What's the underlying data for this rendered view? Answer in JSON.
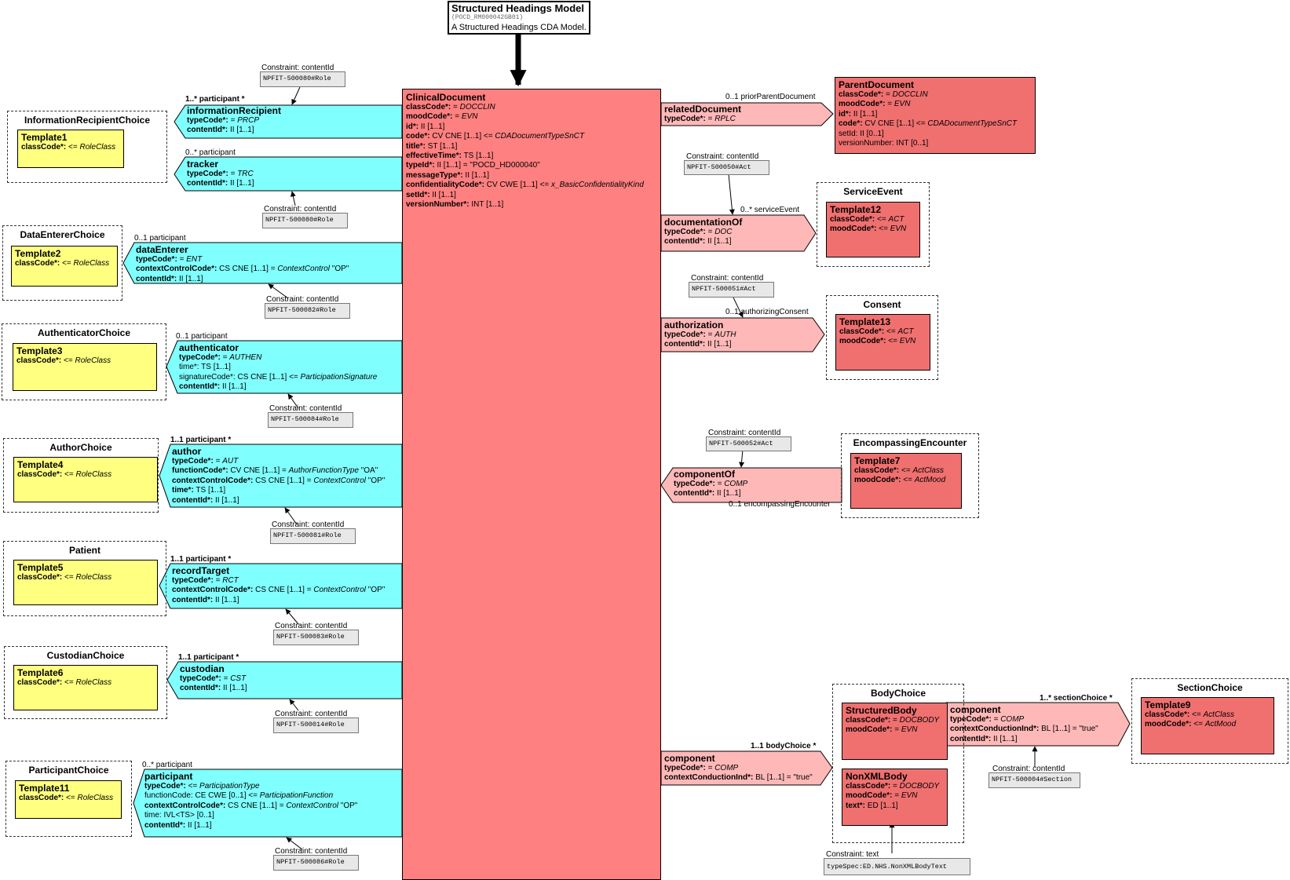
{
  "title_box": {
    "title": "Structured Headings Model",
    "code": "(POCD_RM000042GB01)",
    "desc": "A Structured Headings CDA Model."
  },
  "clinical_document": {
    "name": "ClinicalDocument",
    "attrs": [
      [
        [
          "classCode*:",
          true
        ],
        [
          " = ",
          false
        ],
        [
          "DOCCLIN",
          "i"
        ]
      ],
      [
        [
          "moodCode*:",
          true
        ],
        [
          " = ",
          false
        ],
        [
          "EVN",
          "i"
        ]
      ],
      [
        [
          "id*:",
          true
        ],
        [
          " II [1..1]",
          false
        ]
      ],
      [
        [
          "code*:",
          true
        ],
        [
          " CV CNE [1..1] <= ",
          false
        ],
        [
          "CDADocumentTypeSnCT",
          "i"
        ]
      ],
      [
        [
          "title*:",
          true
        ],
        [
          " ST [1..1]",
          false
        ]
      ],
      [
        [
          "effectiveTime*:",
          true
        ],
        [
          " TS [1..1]",
          false
        ]
      ],
      [
        [
          "typeId*:",
          true
        ],
        [
          " II [1..1] = \"POCD_HD000040\"",
          false
        ]
      ],
      [
        [
          "messageType*:",
          true
        ],
        [
          " II [1..1]",
          false
        ]
      ],
      [
        [
          "confidentialityCode*:",
          true
        ],
        [
          " CV CWE [1..1] <= ",
          false
        ],
        [
          "x_BasicConfidentialityKind",
          "i"
        ]
      ],
      [
        [
          "setId*:",
          true
        ],
        [
          " II [1..1]",
          false
        ]
      ],
      [
        [
          "versionNumber*:",
          true
        ],
        [
          " INT [1..1]",
          false
        ]
      ]
    ]
  },
  "left_participations": [
    {
      "id": "information-recipient",
      "multiplicity": "1..* participant  *",
      "name": "informationRecipient",
      "attrs": [
        [
          [
            "typeCode*:",
            true
          ],
          [
            " = ",
            false
          ],
          [
            "PRCP",
            "i"
          ]
        ],
        [
          [
            "contentId*:",
            true
          ],
          [
            " II [1..1]",
            false
          ]
        ]
      ],
      "constraint_label": "Constraint: contentId",
      "constraint_code": "NPFIT-500080#Role",
      "choice_title": "InformationRecipientChoice",
      "template_name": "Template1",
      "template_attr": [
        [
          "classCode*:",
          true
        ],
        [
          " <= ",
          false
        ],
        [
          "RoleClass",
          "i"
        ]
      ]
    },
    {
      "id": "tracker",
      "multiplicity": "0..* participant",
      "name": "tracker",
      "attrs": [
        [
          [
            "typeCode*:",
            true
          ],
          [
            " = ",
            false
          ],
          [
            "TRC",
            "i"
          ]
        ],
        [
          [
            "contentId*:",
            true
          ],
          [
            " II [1..1]",
            false
          ]
        ]
      ],
      "constraint_label": "Constraint: contentId",
      "constraint_code": "NPFIT-500080#Role"
    },
    {
      "id": "data-enterer",
      "multiplicity": "0..1 participant",
      "name": "dataEnterer",
      "attrs": [
        [
          [
            "typeCode*:",
            true
          ],
          [
            " = ",
            false
          ],
          [
            "ENT",
            "i"
          ]
        ],
        [
          [
            "contextControlCode*:",
            true
          ],
          [
            " CS CNE [1..1] = ",
            false
          ],
          [
            "ContextControl",
            "i"
          ],
          [
            " \"OP\"",
            false
          ]
        ],
        [
          [
            "contentId*:",
            true
          ],
          [
            " II [1..1]",
            false
          ]
        ]
      ],
      "constraint_label": "Constraint: contentId",
      "constraint_code": "NPFIT-500082#Role",
      "choice_title": "DataEntererChoice",
      "template_name": "Template2",
      "template_attr": [
        [
          "classCode*:",
          true
        ],
        [
          " <= ",
          false
        ],
        [
          "RoleClass",
          "i"
        ]
      ]
    },
    {
      "id": "authenticator",
      "multiplicity": "0..1 participant",
      "name": "authenticator",
      "attrs": [
        [
          [
            "typeCode*:",
            true
          ],
          [
            " = ",
            false
          ],
          [
            "AUTHEN",
            "i"
          ]
        ],
        [
          [
            "time*:",
            false
          ],
          [
            " TS [1..1]",
            false
          ]
        ],
        [
          [
            "signatureCode*:",
            false
          ],
          [
            " CS CNE [1..1] <= ",
            false
          ],
          [
            "ParticipationSignature",
            "i"
          ]
        ],
        [
          [
            "contentId*:",
            true
          ],
          [
            " II [1..1]",
            false
          ]
        ]
      ],
      "constraint_label": "Constraint: contentId",
      "constraint_code": "NPFIT-500084#Role",
      "choice_title": "AuthenticatorChoice",
      "template_name": "Template3",
      "template_attr": [
        [
          "classCode*:",
          true
        ],
        [
          " <= ",
          false
        ],
        [
          "RoleClass",
          "i"
        ]
      ]
    },
    {
      "id": "author",
      "multiplicity": "1..1 participant  *",
      "name": "author",
      "attrs": [
        [
          [
            "typeCode*:",
            true
          ],
          [
            " = ",
            false
          ],
          [
            "AUT",
            "i"
          ]
        ],
        [
          [
            "functionCode*:",
            true
          ],
          [
            " CV CNE [1..1] = ",
            false
          ],
          [
            "AuthorFunctionType",
            "i"
          ],
          [
            " \"OA\"",
            false
          ]
        ],
        [
          [
            "contextControlCode*:",
            true
          ],
          [
            " CS CNE [1..1] = ",
            false
          ],
          [
            "ContextControl",
            "i"
          ],
          [
            " \"OP\"",
            false
          ]
        ],
        [
          [
            "time*:",
            true
          ],
          [
            " TS [1..1]",
            false
          ]
        ],
        [
          [
            "contentId*:",
            true
          ],
          [
            " II [1..1]",
            false
          ]
        ]
      ],
      "constraint_label": "Constraint: contentId",
      "constraint_code": "NPFIT-500081#Role",
      "choice_title": "AuthorChoice",
      "template_name": "Template4",
      "template_attr": [
        [
          "classCode*:",
          true
        ],
        [
          " <= ",
          false
        ],
        [
          "RoleClass",
          "i"
        ]
      ]
    },
    {
      "id": "record-target",
      "multiplicity": "1..1 participant  *",
      "name": "recordTarget",
      "attrs": [
        [
          [
            "typeCode*:",
            true
          ],
          [
            " = ",
            false
          ],
          [
            "RCT",
            "i"
          ]
        ],
        [
          [
            "contextControlCode*:",
            true
          ],
          [
            " CS CNE [1..1] = ",
            false
          ],
          [
            "ContextControl",
            "i"
          ],
          [
            " \"OP\"",
            false
          ]
        ],
        [
          [
            "contentId*:",
            true
          ],
          [
            " II [1..1]",
            false
          ]
        ]
      ],
      "constraint_label": "Constraint: contentId",
      "constraint_code": "NPFIT-500083#Role",
      "choice_title": "Patient",
      "template_name": "Template5",
      "template_attr": [
        [
          "classCode*:",
          true
        ],
        [
          " <= ",
          false
        ],
        [
          "RoleClass",
          "i"
        ]
      ]
    },
    {
      "id": "custodian",
      "multiplicity": "1..1 participant  *",
      "name": "custodian",
      "attrs": [
        [
          [
            "typeCode*:",
            true
          ],
          [
            " = ",
            false
          ],
          [
            "CST",
            "i"
          ]
        ],
        [
          [
            "contentId*:",
            true
          ],
          [
            " II [1..1]",
            false
          ]
        ]
      ],
      "constraint_label": "Constraint: contentId",
      "constraint_code": "NPFIT-500014#Role",
      "choice_title": "CustodianChoice",
      "template_name": "Template6",
      "template_attr": [
        [
          "classCode*:",
          true
        ],
        [
          " <= ",
          false
        ],
        [
          "RoleClass",
          "i"
        ]
      ]
    },
    {
      "id": "participant",
      "multiplicity": "0..* participant",
      "name": "participant",
      "attrs": [
        [
          [
            "typeCode*:",
            true
          ],
          [
            " <= ",
            false
          ],
          [
            "ParticipationType",
            "i"
          ]
        ],
        [
          [
            "functionCode:",
            false
          ],
          [
            " CE CWE [0..1] <= ",
            false
          ],
          [
            "ParticipationFunction",
            "i"
          ]
        ],
        [
          [
            "contextControlCode*:",
            true
          ],
          [
            " CS CNE [1..1] = ",
            false
          ],
          [
            "ContextControl",
            "i"
          ],
          [
            " \"OP\"",
            false
          ]
        ],
        [
          [
            "time:",
            false
          ],
          [
            " IVL<TS> [0..1]",
            false
          ]
        ],
        [
          [
            "contentId*:",
            true
          ],
          [
            " II [1..1]",
            false
          ]
        ]
      ],
      "constraint_label": "Constraint: contentId",
      "constraint_code": "NPFIT-500086#Role",
      "choice_title": "ParticipantChoice",
      "template_name": "Template11",
      "template_attr": [
        [
          "classCode*:",
          true
        ],
        [
          " <= ",
          false
        ],
        [
          "RoleClass",
          "i"
        ]
      ]
    }
  ],
  "right_relationships": [
    {
      "id": "related-document",
      "label": "0..1 priorParentDocument",
      "name": "relatedDocument",
      "attrs": [
        [
          [
            "typeCode*:",
            true
          ],
          [
            " = ",
            false
          ],
          [
            "RPLC",
            "i"
          ]
        ]
      ],
      "target_name": "ParentDocument",
      "target_attrs": [
        [
          [
            "classCode*:",
            true
          ],
          [
            " = ",
            false
          ],
          [
            "DOCCLIN",
            "i"
          ]
        ],
        [
          [
            "moodCode*:",
            true
          ],
          [
            " = ",
            false
          ],
          [
            "EVN",
            "i"
          ]
        ],
        [
          [
            "id*:",
            true
          ],
          [
            " II [1..1]",
            false
          ]
        ],
        [
          [
            "code*:",
            true
          ],
          [
            " CV CNE [1..1] <= ",
            false
          ],
          [
            "CDADocumentTypeSnCT",
            "i"
          ]
        ],
        [
          [
            "setId:",
            false
          ],
          [
            " II [0..1]",
            false
          ]
        ],
        [
          [
            "versionNumber:",
            false
          ],
          [
            " INT [0..1]",
            false
          ]
        ]
      ]
    },
    {
      "id": "documentation-of",
      "label": "0..* serviceEvent",
      "name": "documentationOf",
      "attrs": [
        [
          [
            "typeCode*:",
            true
          ],
          [
            " = ",
            false
          ],
          [
            "DOC",
            "i"
          ]
        ],
        [
          [
            "contentId*:",
            true
          ],
          [
            " II [1..1]",
            false
          ]
        ]
      ],
      "constraint_label": "Constraint: contentId",
      "constraint_code": "NPFIT-500050#Act",
      "choice_title": "ServiceEvent",
      "template_name": "Template12",
      "template_attrs": [
        [
          [
            "classCode*:",
            true
          ],
          [
            " <= ",
            false
          ],
          [
            "ACT",
            "i"
          ]
        ],
        [
          [
            "moodCode*:",
            true
          ],
          [
            " <= ",
            false
          ],
          [
            "EVN",
            "i"
          ]
        ]
      ]
    },
    {
      "id": "authorization",
      "label": "0..1 authorizingConsent",
      "name": "authorization",
      "attrs": [
        [
          [
            "typeCode*:",
            true
          ],
          [
            " = ",
            false
          ],
          [
            "AUTH",
            "i"
          ]
        ],
        [
          [
            "contentId*:",
            true
          ],
          [
            " II [1..1]",
            false
          ]
        ]
      ],
      "constraint_label": "Constraint: contentId",
      "constraint_code": "NPFIT-500051#Act",
      "choice_title": "Consent",
      "template_name": "Template13",
      "template_attrs": [
        [
          [
            "classCode*:",
            true
          ],
          [
            " <= ",
            false
          ],
          [
            "ACT",
            "i"
          ]
        ],
        [
          [
            "moodCode*:",
            true
          ],
          [
            " <= ",
            false
          ],
          [
            "EVN",
            "i"
          ]
        ]
      ]
    },
    {
      "id": "component-of",
      "label": "0..1 encompassingEncounter",
      "name": "componentOf",
      "attrs": [
        [
          [
            "typeCode*:",
            true
          ],
          [
            " = ",
            false
          ],
          [
            "COMP",
            "i"
          ]
        ],
        [
          [
            "contentId*:",
            true
          ],
          [
            " II [1..1]",
            false
          ]
        ]
      ],
      "constraint_label": "Constraint: contentId",
      "constraint_code": "NPFIT-500052#Act",
      "choice_title": "EncompassingEncounter",
      "template_name": "Template7",
      "template_attrs": [
        [
          [
            "classCode*:",
            true
          ],
          [
            " <= ",
            false
          ],
          [
            "ActClass",
            "i"
          ]
        ],
        [
          [
            "moodCode*:",
            true
          ],
          [
            " <= ",
            false
          ],
          [
            "ActMood",
            "i"
          ]
        ]
      ]
    },
    {
      "id": "component",
      "label": "1..1 bodyChoice  *",
      "name": "component",
      "attrs": [
        [
          [
            "typeCode*:",
            true
          ],
          [
            " = ",
            false
          ],
          [
            "COMP",
            "i"
          ]
        ],
        [
          [
            "contextConductionInd*:",
            true
          ],
          [
            " BL [1..1] = \"true\"",
            false
          ]
        ]
      ]
    }
  ],
  "body_choice": {
    "title": "BodyChoice",
    "structured_body": {
      "name": "StructuredBody",
      "attrs": [
        [
          [
            "classCode*:",
            true
          ],
          [
            " = ",
            false
          ],
          [
            "DOCBODY",
            "i"
          ]
        ],
        [
          [
            "moodCode*:",
            true
          ],
          [
            " = ",
            false
          ],
          [
            "EVN",
            "i"
          ]
        ]
      ]
    },
    "non_xml_body": {
      "name": "NonXMLBody",
      "attrs": [
        [
          [
            "classCode*:",
            true
          ],
          [
            " = ",
            false
          ],
          [
            "DOCBODY",
            "i"
          ]
        ],
        [
          [
            "moodCode*:",
            true
          ],
          [
            " = ",
            false
          ],
          [
            "EVN",
            "i"
          ]
        ],
        [
          [
            "text*:",
            true
          ],
          [
            " ED [1..1]",
            false
          ]
        ]
      ]
    },
    "text_constraint_label": "Constraint: text",
    "text_constraint_code": "typeSpec:ED.NHS.NonXMLBodyText"
  },
  "section_component": {
    "label": "1..* sectionChoice  *",
    "name": "component",
    "attrs": [
      [
        [
          "typeCode*:",
          true
        ],
        [
          " = ",
          false
        ],
        [
          "COMP",
          "i"
        ]
      ],
      [
        [
          "contextConductionInd*:",
          true
        ],
        [
          " BL [1..1] = \"true\"",
          false
        ]
      ],
      [
        [
          "contentId*:",
          true
        ],
        [
          " II [1..1]",
          false
        ]
      ]
    ],
    "constraint_label": "Constraint: contentId",
    "constraint_code": "NPFIT-500004#Section"
  },
  "section_choice": {
    "title": "SectionChoice",
    "template_name": "Template9",
    "template_attrs": [
      [
        [
          "classCode*:",
          true
        ],
        [
          " <= ",
          false
        ],
        [
          "ActClass",
          "i"
        ]
      ],
      [
        [
          "moodCode*:",
          true
        ],
        [
          " <= ",
          false
        ],
        [
          "ActMood",
          "i"
        ]
      ]
    ]
  },
  "colors": {
    "clinical_document": "#ff8080",
    "participation": "#80ffff",
    "act_relationship": "#ffb8b8",
    "act_class": "#f07070",
    "role": "#ffff80",
    "constraint_box": "#e8e8e8"
  }
}
